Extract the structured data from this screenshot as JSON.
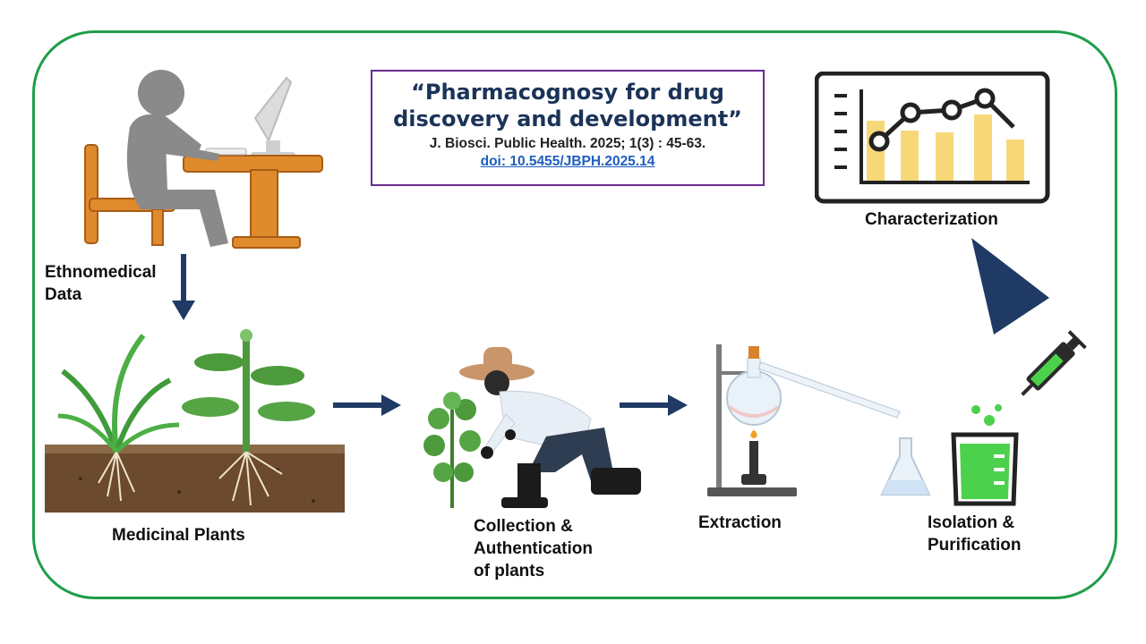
{
  "title": {
    "line1": "“Pharmacognosy for drug",
    "line2": "discovery and development”",
    "journal": "J. Biosci. Public Health. 2025; 1(3) : 45-63.",
    "doi": " doi: 10.5455/JBPH.2025.14"
  },
  "steps": {
    "ethnomedical": {
      "line1": "Ethnomedical",
      "line2": "Data"
    },
    "medicinal_plants": "Medicinal Plants",
    "collection": {
      "line1": "Collection &",
      "line2": "Authentication",
      "line3": "of plants"
    },
    "extraction": "Extraction",
    "isolation": {
      "line1": "Isolation &",
      "line2": "Purification"
    },
    "characterization": "Characterization"
  },
  "colors": {
    "frame": "#1f9e4a",
    "title_border": "#6a2c91",
    "title_text": "#1b3358",
    "arrow": "#1f3a64",
    "doi_link": "#1f5fbf"
  }
}
